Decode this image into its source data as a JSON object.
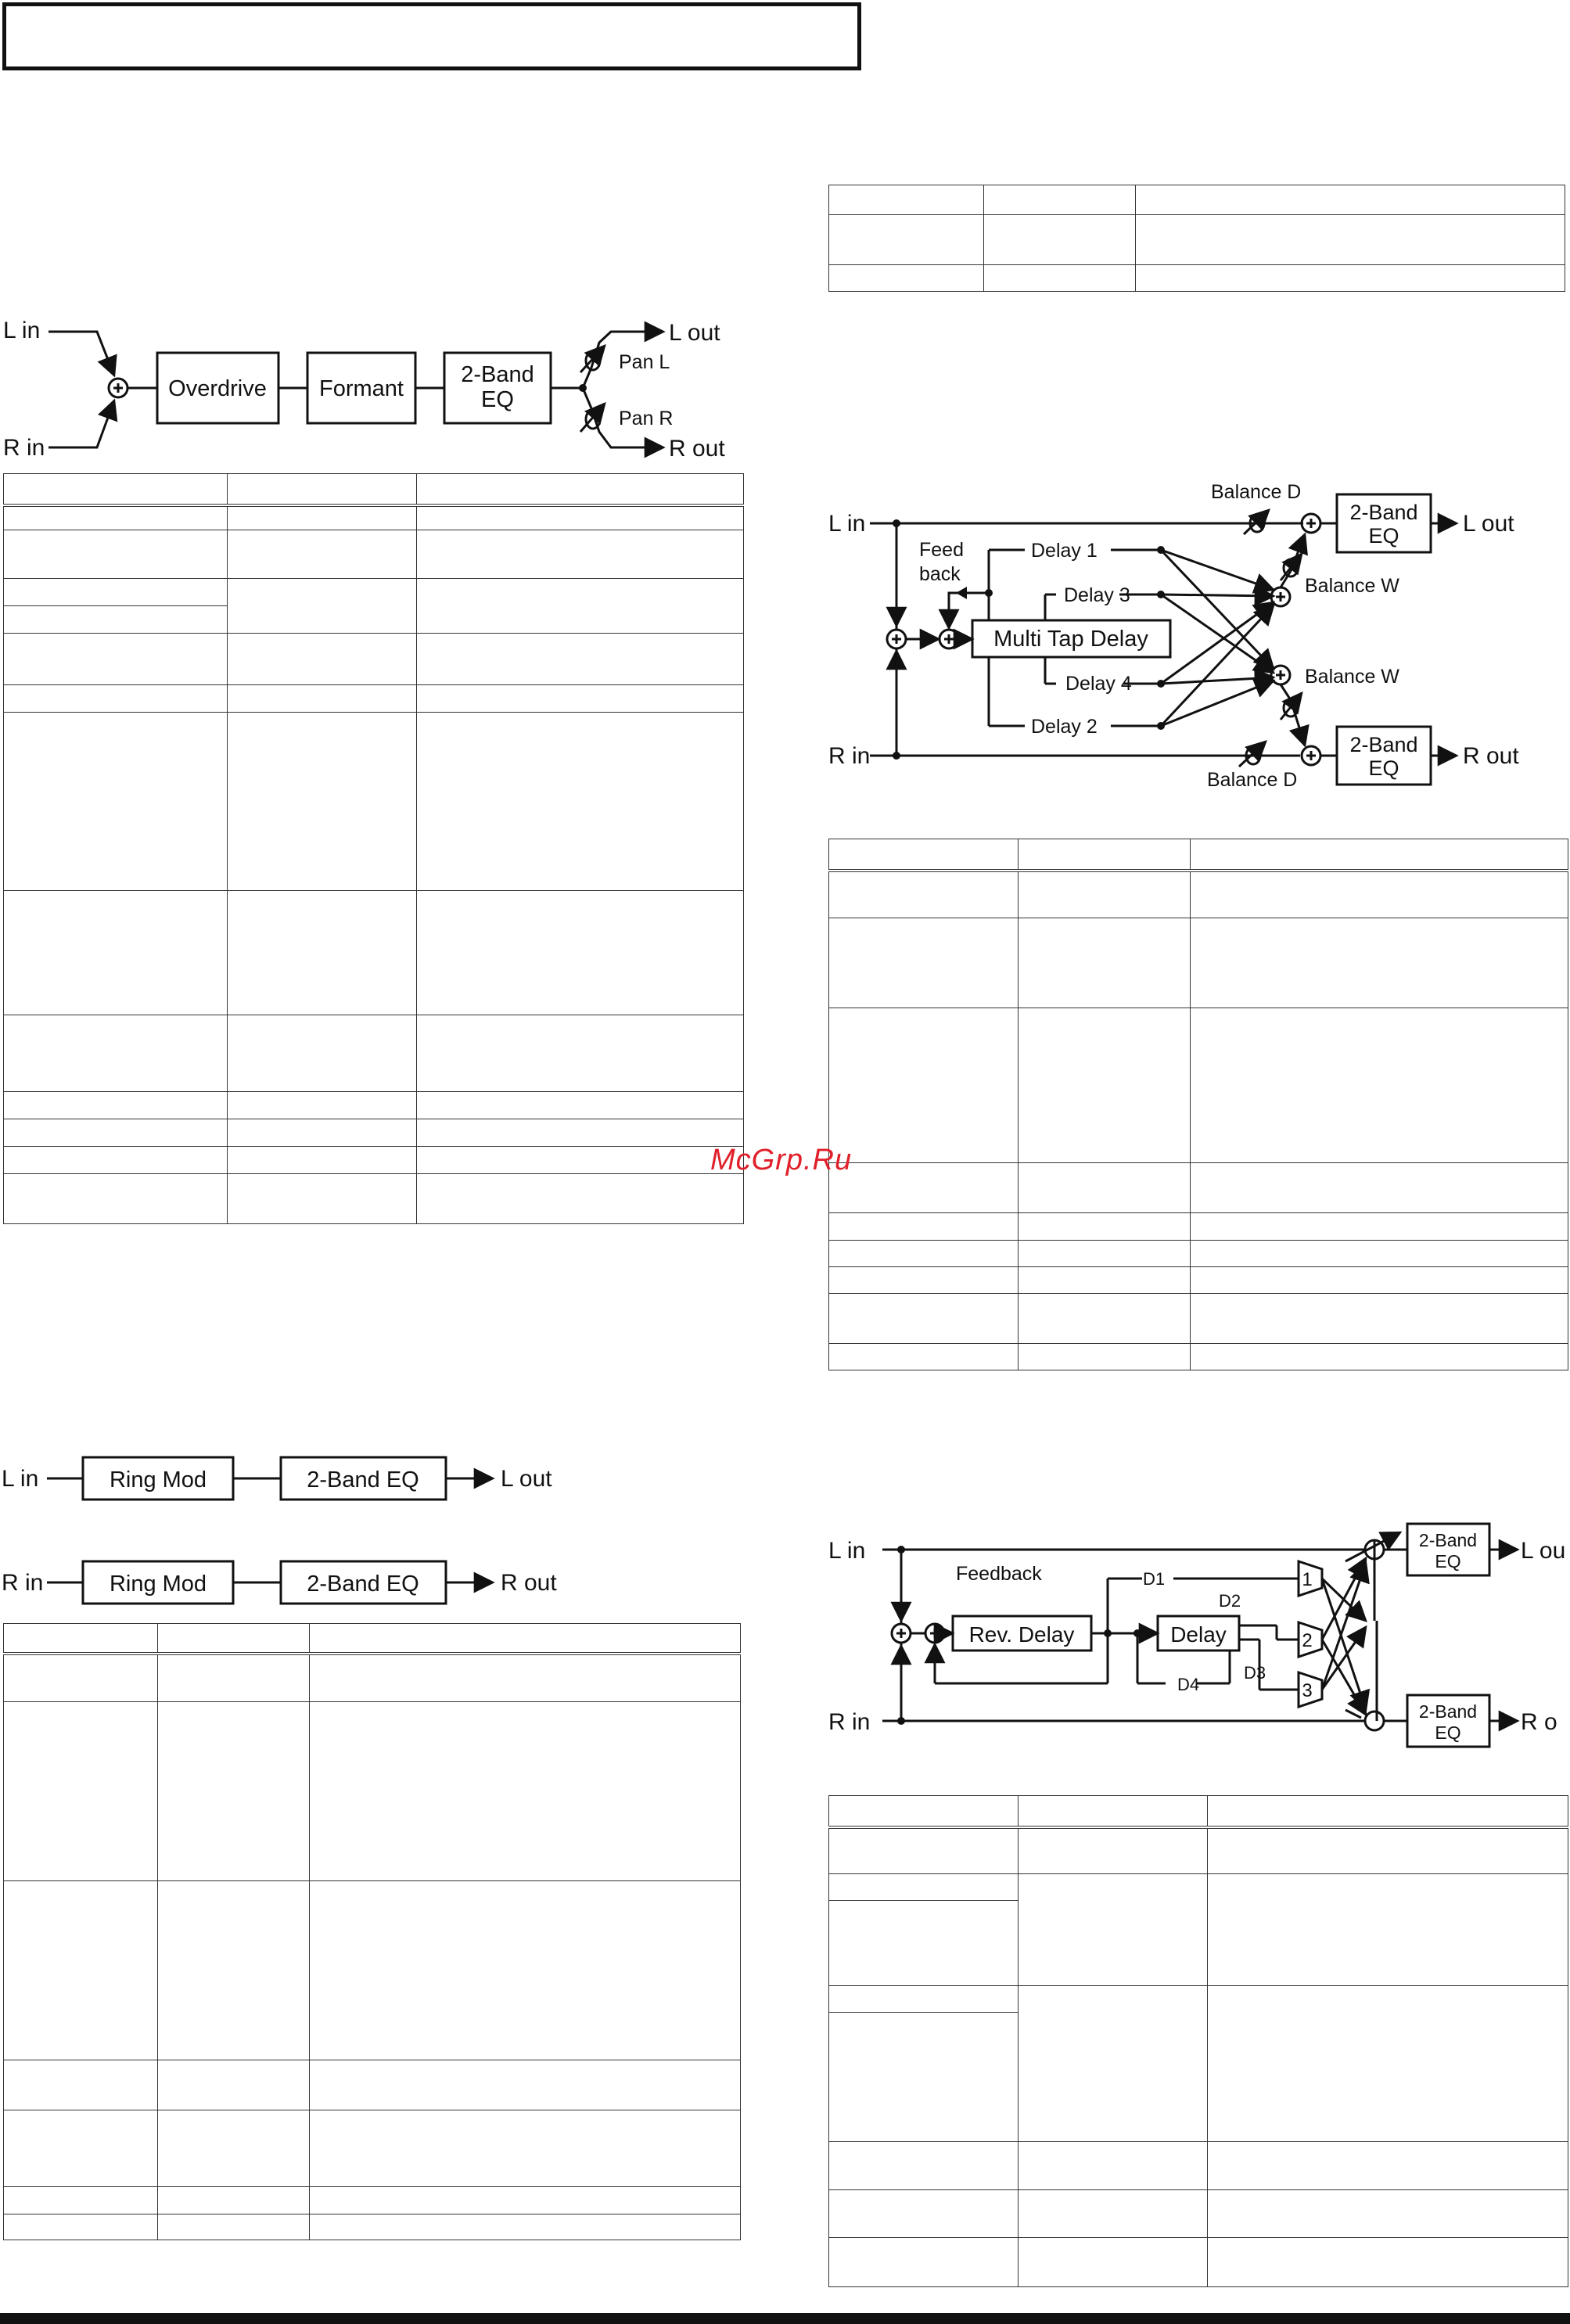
{
  "watermark": "McGrp.Ru",
  "diagram1": {
    "l_in": "L in",
    "r_in": "R in",
    "block1": "Overdrive",
    "block2": "Formant",
    "eq_line1": "2-Band",
    "eq_line2": "EQ",
    "pan_l": "Pan L",
    "pan_r": "Pan R",
    "l_out": "L out",
    "r_out": "R out"
  },
  "diagram2": {
    "l_in": "L in",
    "r_in": "R in",
    "ring_mod": "Ring Mod",
    "eq": "2-Band EQ",
    "l_out": "L out",
    "r_out": "R out"
  },
  "diagram3": {
    "l_in": "L in",
    "r_in": "R in",
    "feed": "Feed",
    "back": "back",
    "delay1": "Delay 1",
    "delay2": "Delay 2",
    "delay3": "Delay 3",
    "delay4": "Delay 4",
    "multi_tap": "Multi Tap Delay",
    "balance_d": "Balance D",
    "balance_w": "Balance W",
    "eq_line1": "2-Band",
    "eq_line2": "EQ",
    "l_out": "L out",
    "r_out": "R out"
  },
  "diagram4": {
    "l_in": "L in",
    "r_in": "R in",
    "feedback": "Feedback",
    "rev_delay": "Rev. Delay",
    "delay": "Delay",
    "d1": "D1",
    "d2": "D2",
    "d3": "D3",
    "d4": "D4",
    "tap1": "1",
    "tap2": "2",
    "tap3": "3",
    "eq_line1": "2-Band",
    "eq_line2": "EQ",
    "l_out": "L ou",
    "r_out": "R o"
  },
  "colors": {
    "ink": "#111111",
    "watermark": "#e0202a",
    "background": "#ffffff"
  }
}
